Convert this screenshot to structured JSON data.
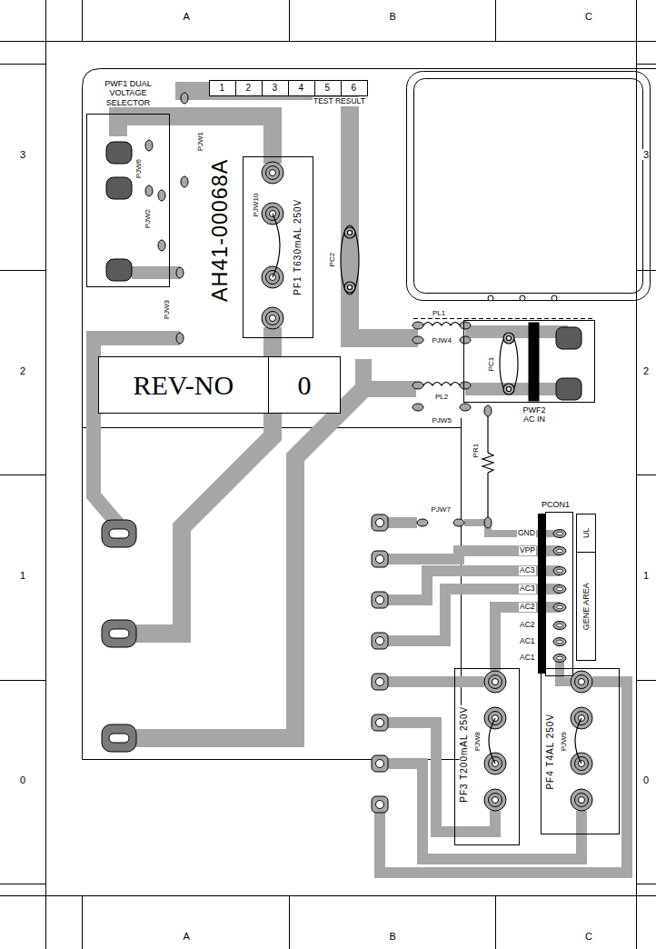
{
  "diagram": {
    "nodes": [
      {
        "text": [
          "PWF1 DUAL VOLTAGE SELECTOR"
        ]
      },
      {
        "text": [
          "1",
          "2",
          "3",
          "4",
          "5",
          "6",
          "TEST RESULT"
        ]
      },
      {
        "text": [
          "PF1 T630mAL 250V"
        ]
      },
      {
        "text": [
          "REV-NO",
          "0"
        ]
      },
      {
        "text": [
          "PWF2 AC IN"
        ]
      },
      {
        "text": [
          "PCON1",
          "GND",
          "VPP",
          "AC3",
          "AC3",
          "AC2",
          "AC2",
          "AC1",
          "AC1"
        ]
      },
      {
        "text": [
          "UL",
          "GENE AREA"
        ]
      },
      {
        "text": [
          "PF3 T200mAL 250V"
        ]
      },
      {
        "text": [
          "PF4 T4AL 250V"
        ]
      }
    ],
    "labels": [
      "A",
      "B",
      "C",
      "3",
      "2",
      "1",
      "0",
      "3",
      "2",
      "1",
      "0",
      "A",
      "B",
      "C",
      "AH41-00068A",
      "PJW1",
      "PJW6",
      "PJW2",
      "PJW3",
      "PJW10",
      "PC2",
      "PL1",
      "PJW4",
      "PC1",
      "PL2",
      "PJW5",
      "PR1",
      "PJW7",
      "PJW8",
      "PJW9"
    ]
  }
}
